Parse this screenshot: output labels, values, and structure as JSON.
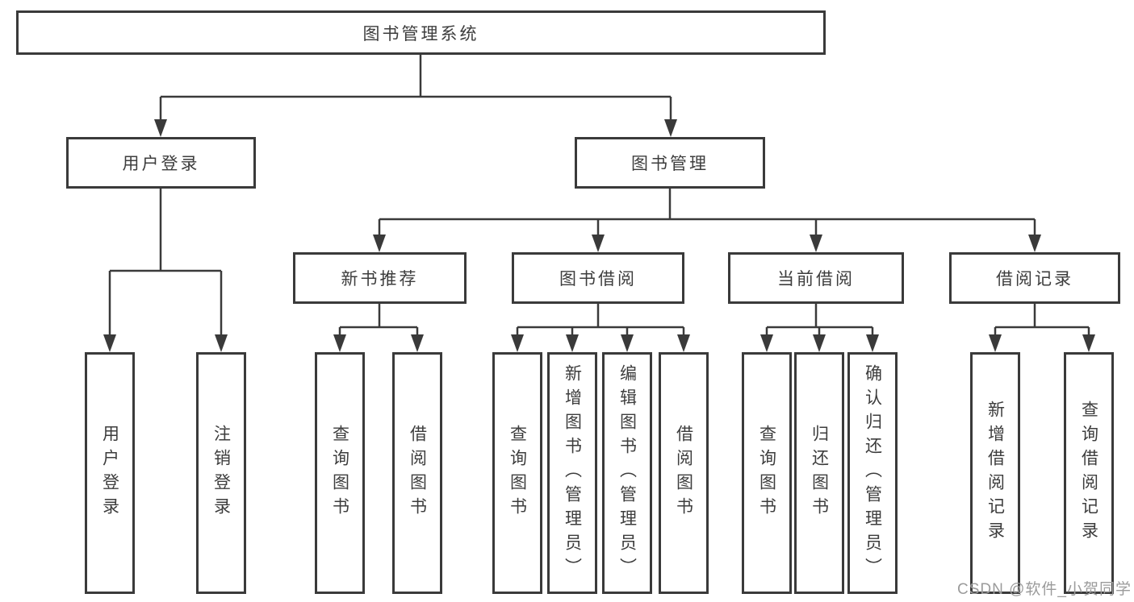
{
  "diagram": {
    "root": {
      "label": "图书管理系统"
    },
    "branches": [
      {
        "label": "用户登录",
        "children": [
          {
            "label": "用户登录"
          },
          {
            "label": "注销登录"
          }
        ]
      },
      {
        "label": "图书管理",
        "children": [
          {
            "label": "新书推荐",
            "children": [
              {
                "label": "查询图书"
              },
              {
                "label": "借阅图书"
              }
            ]
          },
          {
            "label": "图书借阅",
            "children": [
              {
                "label": "查询图书"
              },
              {
                "label": "新增图书（管理员）"
              },
              {
                "label": "编辑图书（管理员）"
              },
              {
                "label": "借阅图书"
              }
            ]
          },
          {
            "label": "当前借阅",
            "children": [
              {
                "label": "查询图书"
              },
              {
                "label": "归还图书"
              },
              {
                "label": "确认归还（管理员）"
              }
            ]
          },
          {
            "label": "借阅记录",
            "children": [
              {
                "label": "新增借阅记录"
              },
              {
                "label": "查询借阅记录"
              }
            ]
          }
        ]
      }
    ]
  },
  "watermark": {
    "text": "CSDN @软件_小贺同学"
  },
  "colors": {
    "line": "#3a3a3a",
    "box_border": "#3a3a3a",
    "box_background": "#ffffff",
    "text": "#3d3d3d",
    "watermark": "#9b9b9b"
  }
}
